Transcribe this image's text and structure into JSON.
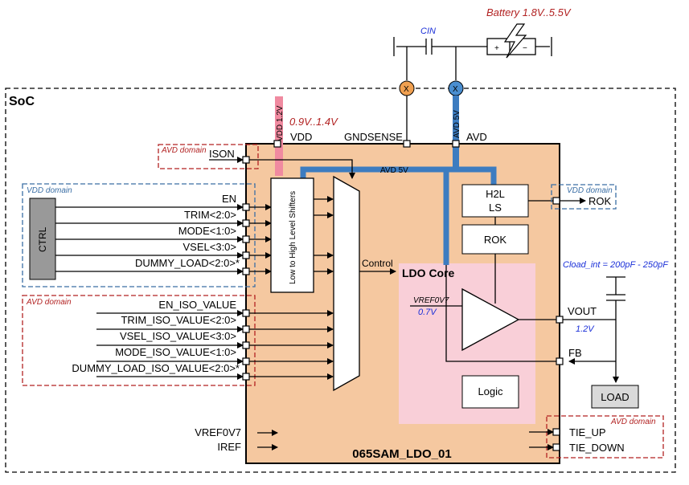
{
  "soc_label": "SoC",
  "block_name": "065SAM_LDO_01",
  "battery_label": "Battery 1.8V..5.5V",
  "cin_label": "CIN",
  "vdd_rail_label": "VDD 1.2V",
  "avd_rail_label": "AVD 5V",
  "vdd_range": "0.9V..1.4V",
  "top_pins": {
    "vdd": "VDD",
    "gndsense": "GNDSENSE",
    "avd": "AVD"
  },
  "avd_bus_label": "AVD 5V",
  "ctrl_label": "CTRL",
  "level_shifter_label": "Low to High Level Shifters",
  "control_label": "Control",
  "ldo_core_label": "LDO Core",
  "h2l_ls_label": [
    "H2L",
    "LS"
  ],
  "rok_block_label": "ROK",
  "logic_label": "Logic",
  "vref_label": "VREF0V7",
  "vref_value": "0.7V",
  "vout_label": "VOUT",
  "vout_value": "1.2V",
  "fb_label": "FB",
  "cload_label": "Cload_int = 200pF - 250pF",
  "load_label": "LOAD",
  "rok_output_label": "ROK",
  "domains": {
    "avd_top": "AVD domain",
    "vdd_ctrl": "VDD domain",
    "avd_iso": "AVD domain",
    "vdd_rok": "VDD domain",
    "avd_tie": "AVD domain"
  },
  "inputs": {
    "ison": "ISON",
    "ctrl": [
      "EN",
      "TRIM<2:0>",
      "MODE<1:0>",
      "VSEL<3:0>",
      "DUMMY_LOAD<2:0>*"
    ],
    "iso": [
      "EN_ISO_VALUE",
      "TRIM_ISO_VALUE<2:0>",
      "VSEL_ISO_VALUE<3:0>",
      "MODE_ISO_VALUE<1:0>",
      "DUMMY_LOAD_ISO_VALUE<2:0>*"
    ],
    "ref": [
      "VREF0V7",
      "IREF"
    ]
  },
  "tie_outputs": [
    "TIE_UP",
    "TIE_DOWN"
  ],
  "colors": {
    "block_fill": "#f5c8a0",
    "ldo_core_fill": "#f9cfd8",
    "avd_wire": "#3d7cc0",
    "vdd_wire": "#f08aa0",
    "domain_avd": "#b22222",
    "domain_vdd": "#3a6ea5"
  }
}
